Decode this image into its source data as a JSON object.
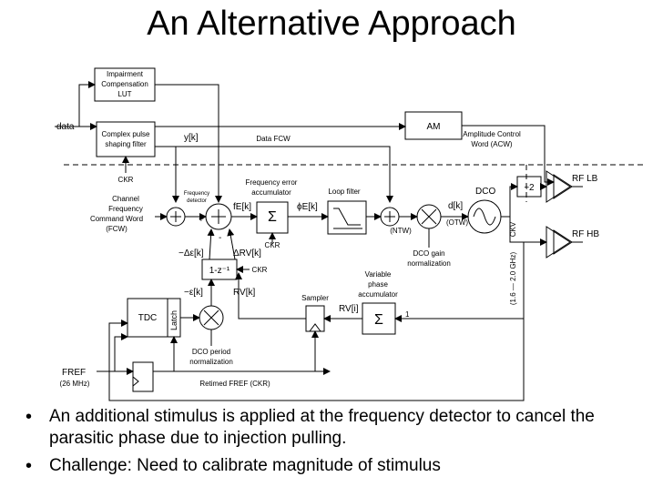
{
  "slide": {
    "title": "An Alternative Approach"
  },
  "diagram": {
    "labels": {
      "lut": [
        "Impairment",
        "Compensation",
        "LUT"
      ],
      "pulse": [
        "Complex pulse",
        "shaping filter"
      ],
      "data": "data",
      "y": "y[k]",
      "data_fcw": "Data FCW",
      "am": "AM",
      "acw": [
        "Amplitude Control",
        "Word (ACW)"
      ],
      "ckr_top": "CKR",
      "fcw": [
        "Channel",
        "Frequency",
        "Command Word",
        "(FCW)"
      ],
      "freq_det": [
        "Frequency",
        "detector"
      ],
      "plus": "+",
      "minus": "-",
      "fe": "fE[k]",
      "fe_err": [
        "Frequency error",
        "accumulator"
      ],
      "sigma": "Σ",
      "phi": "ϕE[k]",
      "loop_filter": "Loop filter",
      "ckr_mid": "CKR",
      "ntw": "(NTW)",
      "dk": "d[k]",
      "otw": "(OTW)",
      "dco": "DCO",
      "div": "÷2",
      "rf_lb": "RF LB",
      "rf_hb": "RF HB",
      "ckv": "CKV",
      "freq_range": "(1.6 — 2.0 GHz)",
      "dco_gain": [
        "DCO gain",
        "normalization"
      ],
      "d_eps": "−Δε[k]",
      "d_rv": "ΔRV[k]",
      "one_z": "1-z⁻¹",
      "ckr_z": "CKR",
      "var_phase": [
        "Variable",
        "phase",
        "accumulator"
      ],
      "eps": "−ε[k]",
      "rv": "RV[k]",
      "sampler": "Sampler",
      "rvi": "RV[i]",
      "one": "1",
      "tdc": "TDC",
      "latch": "Latch",
      "dco_period": [
        "DCO period",
        "normalization"
      ],
      "fref": "FREF",
      "fref_freq": "(26 MHz)",
      "retimed": "Retimed FREF (CKR)"
    }
  },
  "bullets": [
    "An additional stimulus is applied at the frequency detector to cancel the parasitic phase due to injection pulling.",
    "Challenge: Need to calibrate magnitude of stimulus"
  ],
  "bullet_symbol": "•"
}
